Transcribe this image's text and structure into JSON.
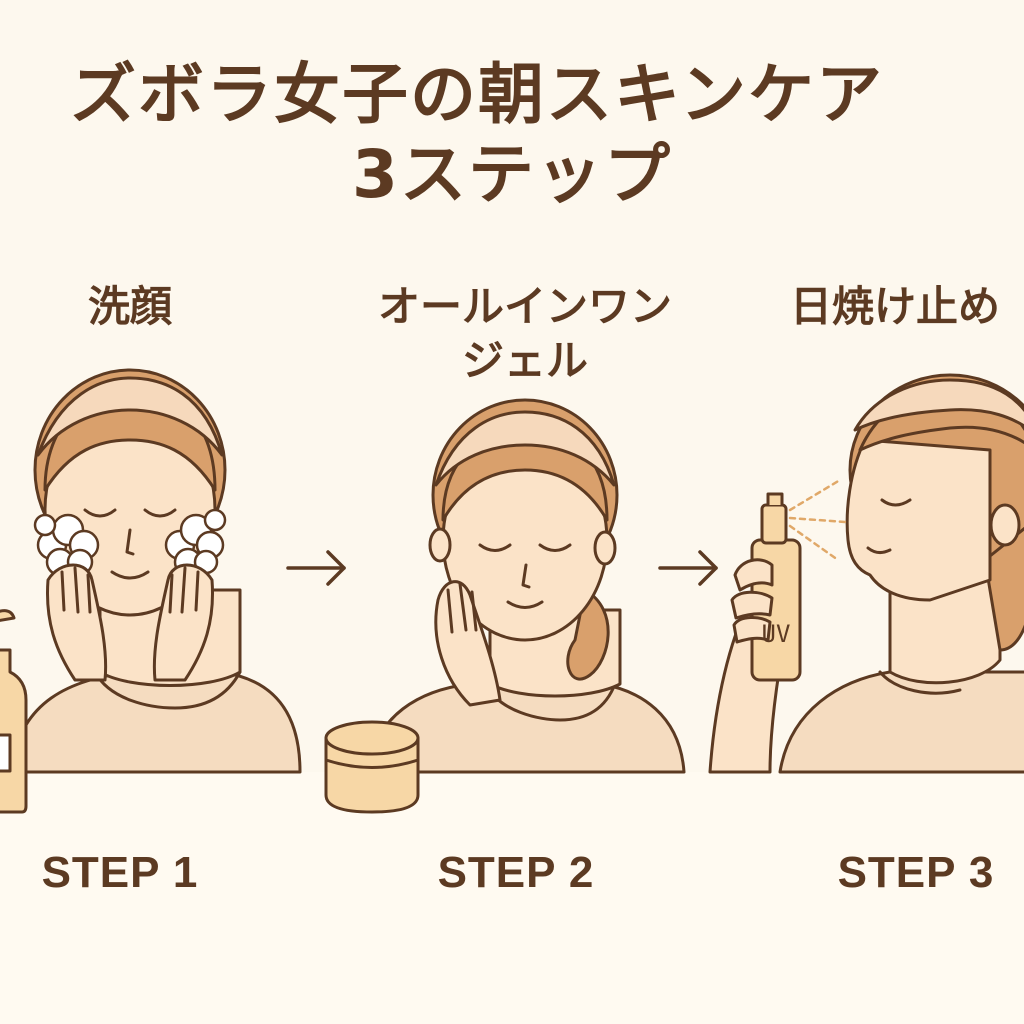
{
  "title": {
    "line1": "ズボラ女子の朝スキンケア",
    "line2": "3ステップ"
  },
  "steps": [
    {
      "label_lines": [
        "洗顔"
      ],
      "step_label": "STEP 1"
    },
    {
      "label_lines": [
        "オールインワン",
        "ジェル"
      ],
      "step_label": "STEP 2"
    },
    {
      "label_lines": [
        "日焼け止め"
      ],
      "step_label": "STEP 3"
    }
  ],
  "spray_bottle_text": "UV",
  "colors": {
    "background": "#fdf8ee",
    "text": "#5c3a22",
    "skin": "#fbe3c8",
    "hair": "#d9a06c",
    "headband": "#f6d9bc",
    "shirt": "#f5dcc0",
    "outline": "#5c3a22",
    "product": "#f7d7a6"
  },
  "icons": [
    "arrow-right-icon",
    "arrow-right-icon"
  ]
}
